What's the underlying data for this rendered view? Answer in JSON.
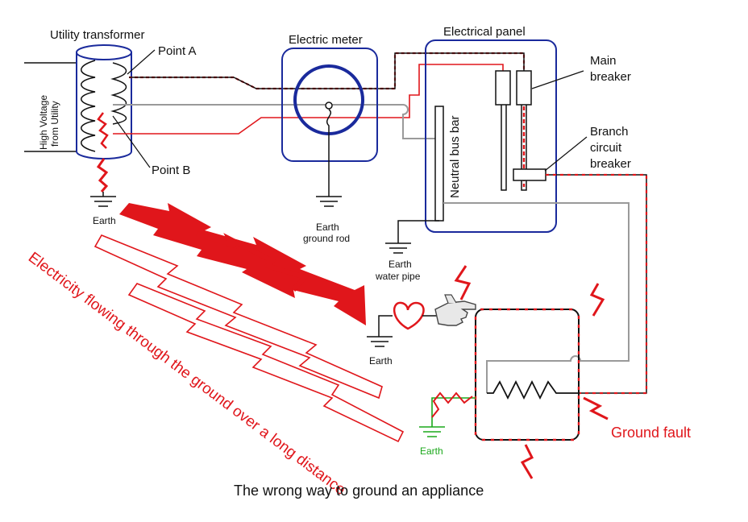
{
  "labels": {
    "utility_transformer": "Utility transformer",
    "point_a": "Point A",
    "point_b": "Point B",
    "high_voltage_line1": "High Voltage",
    "high_voltage_line2": "from Utility",
    "earth_transformer": "Earth",
    "electric_meter": "Electric meter",
    "earth_ground_rod_line1": "Earth",
    "earth_ground_rod_line2": "ground rod",
    "electrical_panel": "Electrical panel",
    "neutral_bus_bar": "Neutral bus bar",
    "main_breaker_line1": "Main",
    "main_breaker_line2": "breaker",
    "branch_breaker_line1": "Branch",
    "branch_breaker_line2": "circuit",
    "branch_breaker_line3": "breaker",
    "earth_water_pipe_line1": "Earth",
    "earth_water_pipe_line2": "water pipe",
    "earth_person": "Earth",
    "earth_appliance": "Earth",
    "ground_fault": "Ground fault",
    "flowing_text": "Electricity flowing through the ground over a long distance",
    "caption": "The wrong way to ground an appliance"
  },
  "colors": {
    "hot": "#e0161b",
    "neutral": "#9a9a9a",
    "frame": "#1a2a9c",
    "wire": "#111111",
    "ground_green": "#1aa81a"
  }
}
